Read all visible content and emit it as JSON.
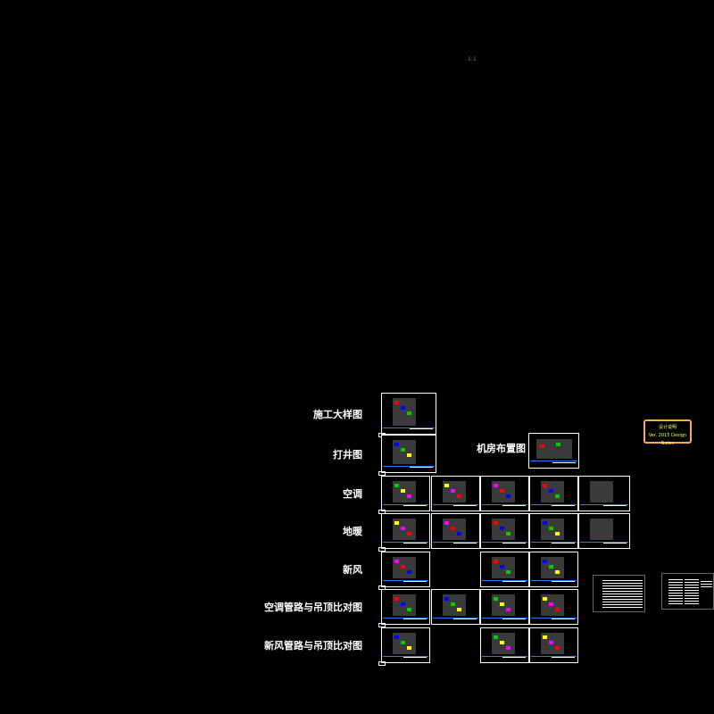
{
  "viewport_marker": "1:1",
  "sections": [
    {
      "label": "施工大样图",
      "sheets": 1
    },
    {
      "label": "打井图",
      "sheets": 1
    },
    {
      "label": "空调",
      "sheets": 5
    },
    {
      "label": "地暖",
      "sheets": 5
    },
    {
      "label": "新风",
      "sheets": 3
    },
    {
      "label": "空调管路与吊顶比对图",
      "sheets": 4
    },
    {
      "label": "新风管路与吊顶比对图",
      "sheets": 3
    }
  ],
  "machine_room": {
    "label": "机房布置图"
  },
  "note": {
    "line1": "设计说明",
    "line2": "Ver. 2015 Design Notes"
  },
  "colors": {
    "background": "#000000",
    "sheet_border": "#ffffff",
    "title_line": "#1e7cff",
    "note_border": "#f5b041",
    "note_text": "#e8ff6a"
  }
}
